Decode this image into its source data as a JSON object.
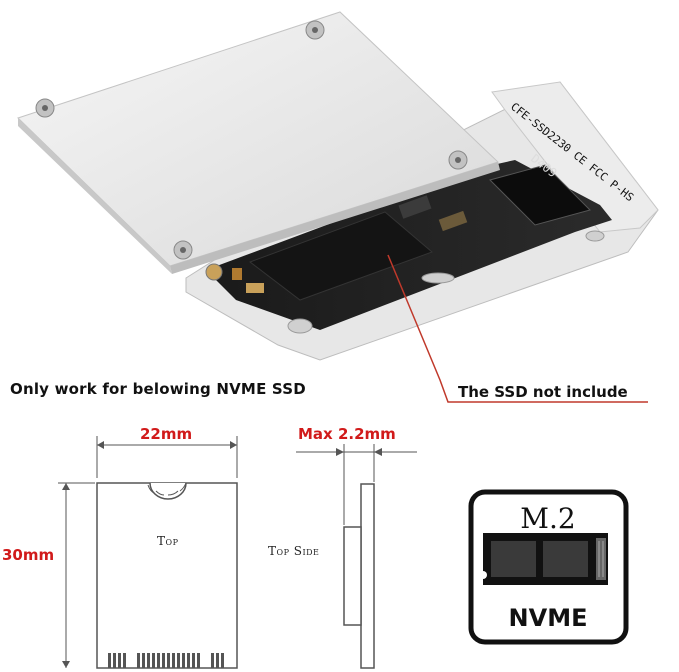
{
  "labels": {
    "only_work": "Only work for belowing NVME SSD",
    "ssd_not_include": "The SSD not include",
    "top": "Top",
    "top_side": "Top Side"
  },
  "dimensions": {
    "width": "22mm",
    "length": "30mm",
    "thickness": "Max 2.2mm"
  },
  "badge": {
    "form_factor": "M.2",
    "interface": "NVME"
  },
  "pcb_print": {
    "model": "CFE-SSD2230 CE FCC P-HS",
    "code": "D409"
  },
  "colors": {
    "accent_red": "#d11a1a",
    "cover_silver": "#e6e6e6",
    "pcb_black": "#1b1b1b",
    "outline_gray": "#666666"
  }
}
